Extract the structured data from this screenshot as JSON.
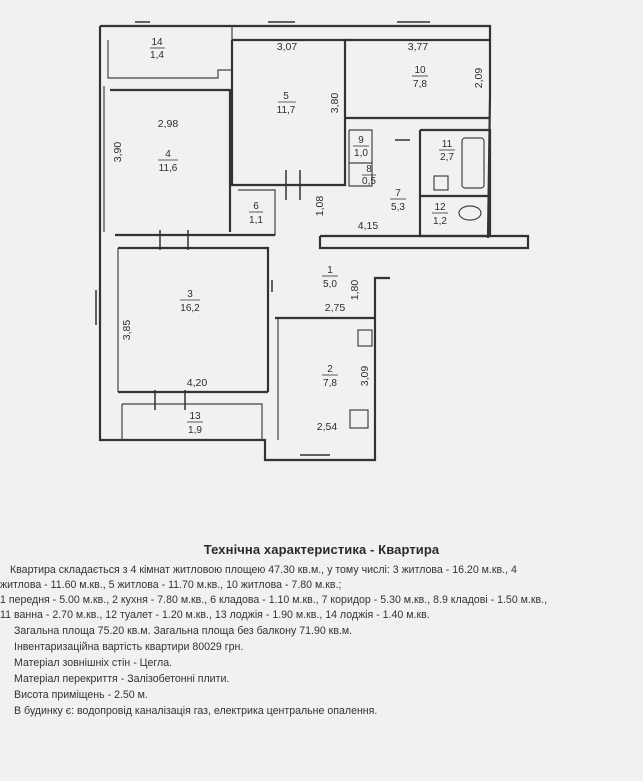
{
  "plan": {
    "rooms": [
      {
        "id": "14",
        "area": "1,4"
      },
      {
        "id": "5",
        "area": "11,7"
      },
      {
        "id": "10",
        "area": "7,8"
      },
      {
        "id": "4",
        "area": "11,6"
      },
      {
        "id": "9",
        "area": "1,0"
      },
      {
        "id": "8",
        "area": "0,5"
      },
      {
        "id": "11",
        "area": "2,7"
      },
      {
        "id": "7",
        "area": "5,3"
      },
      {
        "id": "12",
        "area": "1,2"
      },
      {
        "id": "6",
        "area": "1,1"
      },
      {
        "id": "1",
        "area": "5,0"
      },
      {
        "id": "3",
        "area": "16,2"
      },
      {
        "id": "2",
        "area": "7,8"
      },
      {
        "id": "13",
        "area": "1,9"
      }
    ],
    "dimensions": [
      "3,07",
      "3,77",
      "2,09",
      "3,80",
      "2,98",
      "3,90",
      "1,08",
      "4,15",
      "1,80",
      "2,75",
      "3,85",
      "4,20",
      "3,09",
      "2,54"
    ]
  },
  "specs": {
    "title": "Технічна характеристика - Квартира",
    "lines": [
      "Квартира складається з 4 кімнат житловою площею 47.30 кв.м., у тому числі: 3 житлова - 16.20 м.кв., 4",
      "житлова - 11.60 м.кв., 5 житлова - 11.70 м.кв., 10 житлова - 7.80 м.кв.;",
      "1 передня - 5.00 м.кв., 2 кухня - 7.80 м.кв., 6 кладова - 1.10 м.кв., 7 коридор - 5.30 м.кв., 8.9 кладові - 1.50 м.кв.,",
      "11 ванна - 2.70 м.кв., 12 туалет - 1.20 м.кв., 13 лоджія - 1.90 м.кв., 14 лоджія - 1.40 м.кв.",
      "Загальна площа 75.20 кв.м.  Загальна площа без балкону 71.90 кв.м.",
      "Інвентаризаційна вартість квартири 80029 грн.",
      "Матеріал зовнішніх стін - Цегла.",
      "Матеріал перекриття - Залізобетонні плити.",
      "Висота приміщень - 2.50 м.",
      "В будинку є: водопровід каналізація газ, електрика центральне опалення."
    ]
  }
}
